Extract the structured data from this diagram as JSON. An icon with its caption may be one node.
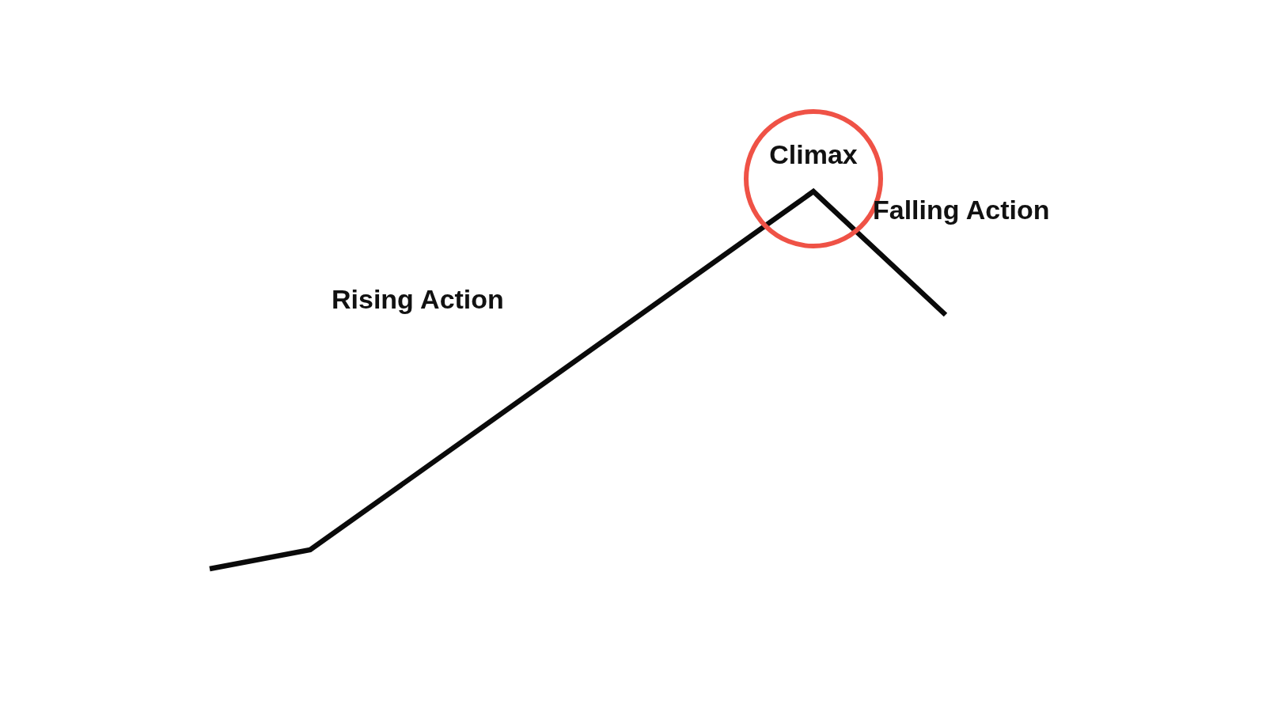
{
  "diagram": {
    "nodes": [
      {
        "text": [
          "Climax"
        ]
      }
    ],
    "labels": [
      "Rising Action",
      "Falling Action"
    ]
  }
}
